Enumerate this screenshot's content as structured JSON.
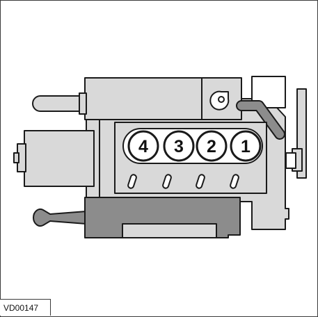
{
  "figure_code": "VD00147",
  "cylinders": [
    {
      "number": "4"
    },
    {
      "number": "3"
    },
    {
      "number": "2"
    },
    {
      "number": "1"
    }
  ],
  "colors": {
    "light_part": "#d9d9d9",
    "dark_part": "#8c8c8c",
    "outline": "#1a1a1a",
    "background": "#ffffff"
  }
}
